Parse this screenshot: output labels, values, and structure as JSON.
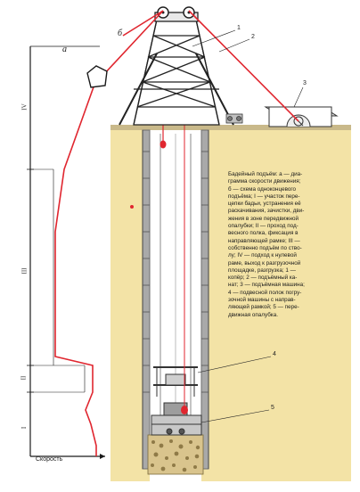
{
  "labels": {
    "a": "а",
    "b": "б",
    "n1": "1",
    "n2": "2",
    "n3": "3",
    "n4": "4",
    "n5": "5",
    "speed": "Скорость"
  },
  "stages": {
    "I": "I",
    "II": "II",
    "III": "III",
    "IV": "IV"
  },
  "caption": {
    "lines": [
      "Бадейный подъём: а — диа-",
      "грамма скорости движения;",
      "б — схема одноконцевого",
      "подъёма; I — участок пере-",
      "цепки бадьи, устранения её",
      "раскачивания, зачистки, дви-",
      "жения в зоне передвижной",
      "опалубки; II — проход под-",
      "весного полка, фиксация в",
      "направляющей рамке; III —",
      "собственно подъём по ство-",
      "лу; IV — подход к нулевой",
      "раме, выход к разгрузочной",
      "площадке, разгрузка; 1 —",
      "копёр; 2 — подъёмный ка-",
      "нат; 3 — подъёмная машина;",
      "4 — подвесной полок погру-",
      "зочной машины с направ-",
      "ляющей рамкой; 5 — пере-",
      "движная опалубка."
    ]
  },
  "colors": {
    "rope": "#e0262f",
    "ground": "#f3e3a6",
    "wall": "#6e6e6e",
    "ink": "#1a1a1a"
  },
  "icons": {
    "headframe": "headframe-tower",
    "hoist": "hoist-house",
    "bucket": "bucket",
    "sheave": "sheave-wheel"
  }
}
